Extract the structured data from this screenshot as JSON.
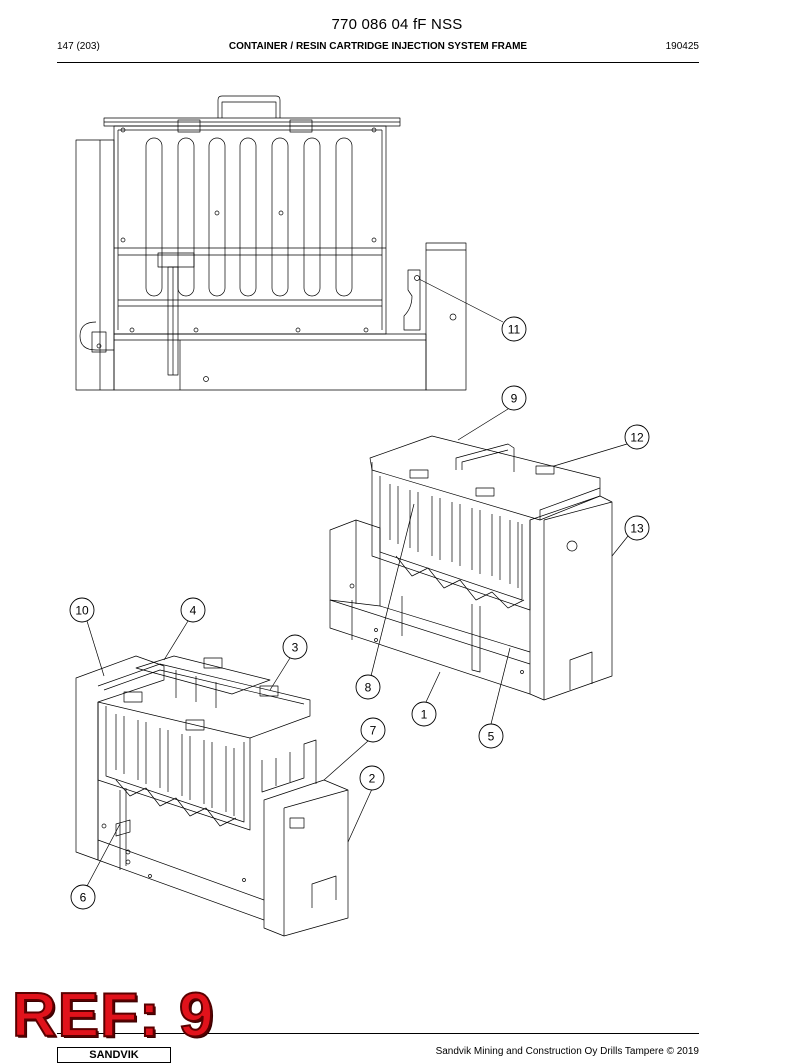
{
  "header": {
    "doc_number": "770 086 04 fF NSS",
    "page": "147 (203)",
    "title": "CONTAINER / RESIN CARTRIDGE INJECTION SYSTEM FRAME",
    "date_code": "190425"
  },
  "callouts": [
    "11",
    "9",
    "12",
    "13",
    "10",
    "4",
    "3",
    "8",
    "1",
    "5",
    "7",
    "2",
    "6"
  ],
  "footer": {
    "ref_stamp": "REF: 9",
    "copyright": "Sandvik Mining and Construction Oy Drills Tampere © 2019",
    "logo_text": "SANDVIK"
  },
  "colors": {
    "line": "#000000",
    "stamp": "#e1121b"
  }
}
